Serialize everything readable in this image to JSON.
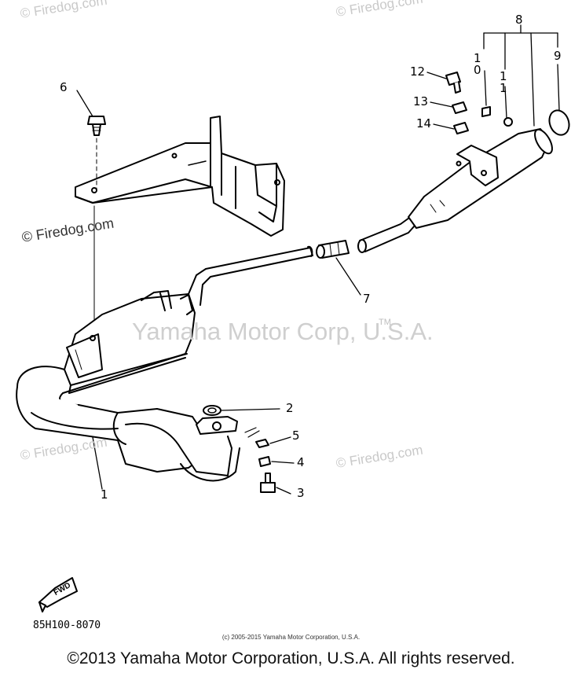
{
  "watermarks": {
    "firedog": "© Firedog.com",
    "firedog_alt": "© Firedog.com",
    "center": "Yamaha Motor Corp, U.S.A.",
    "tm": "TM"
  },
  "callouts": {
    "c1": "1",
    "c2": "2",
    "c3": "3",
    "c4": "4",
    "c5": "5",
    "c6": "6",
    "c7": "7",
    "c8": "8",
    "c9": "9",
    "c10": "10",
    "c11": "11",
    "c12": "12",
    "c13": "13",
    "c14": "14"
  },
  "fwd_label": "FWD",
  "diagram_code": "85H100-8070",
  "small_copyright": "(c) 2005-2015 Yamaha Motor Corporation, U.S.A.",
  "footer_copyright": "©2013 Yamaha Motor Corporation, U.S.A. All rights reserved."
}
